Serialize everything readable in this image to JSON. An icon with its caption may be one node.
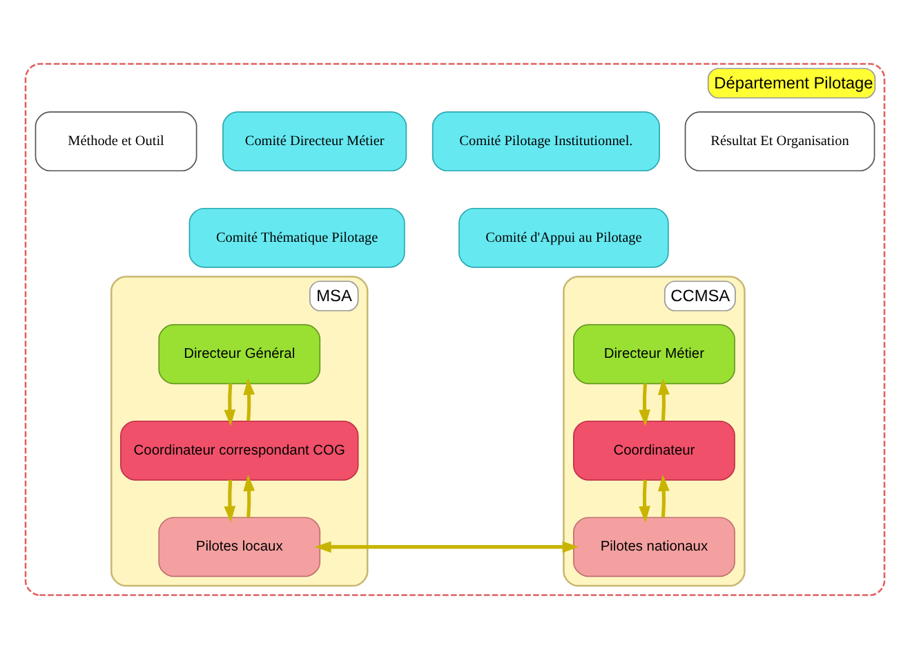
{
  "diagram": {
    "nodes": [
      {
        "text": [
          "Département Pilotage"
        ]
      },
      {
        "text": [
          "Résultat Et Organisation"
        ],
        "in": 0
      },
      {
        "text": [
          "Comité Pilotage Institutionnel."
        ],
        "in": 0
      },
      {
        "text": [
          "Comité Directeur Métier"
        ],
        "in": 0
      },
      {
        "text": [
          "Méthode et Outil"
        ],
        "in": 0
      },
      {
        "text": [
          "Comité d'Appui au Pilotage"
        ],
        "in": 0
      },
      {
        "text": [
          "Comité Thématique Pilotage"
        ],
        "in": 0
      },
      {
        "text": [
          "CCMSA"
        ],
        "in": 0
      },
      {
        "text": [
          "Directeur Métier"
        ],
        "in": 7
      },
      {
        "text": [
          "Coordinateur"
        ],
        "in": 7
      },
      {
        "text": [
          "Pilotes nationaux"
        ],
        "in": 7
      },
      {
        "text": [
          "MSA"
        ],
        "in": 0
      },
      {
        "text": [
          "Directeur Général"
        ],
        "in": 11
      },
      {
        "text": [
          "Coordinateur correspondant COG"
        ],
        "in": 11
      },
      {
        "text": [
          "Pilotes locaux"
        ],
        "in": 11
      }
    ],
    "edges": [
      {
        "from": 9,
        "to": 8,
        "arrow": "to"
      },
      {
        "from": 8,
        "to": 9,
        "arrow": "to"
      },
      {
        "from": 10,
        "to": 9,
        "arrow": "to"
      },
      {
        "from": 9,
        "to": 10,
        "arrow": "to"
      },
      {
        "from": 13,
        "to": 12,
        "arrow": "to"
      },
      {
        "from": 12,
        "to": 13,
        "arrow": "to"
      },
      {
        "from": 14,
        "to": 13,
        "arrow": "to"
      },
      {
        "from": 13,
        "to": 14,
        "arrow": "to"
      },
      {
        "from": 14,
        "to": 10,
        "arrow": "to"
      },
      {
        "from": 10,
        "to": 14,
        "arrow": "to"
      }
    ]
  }
}
